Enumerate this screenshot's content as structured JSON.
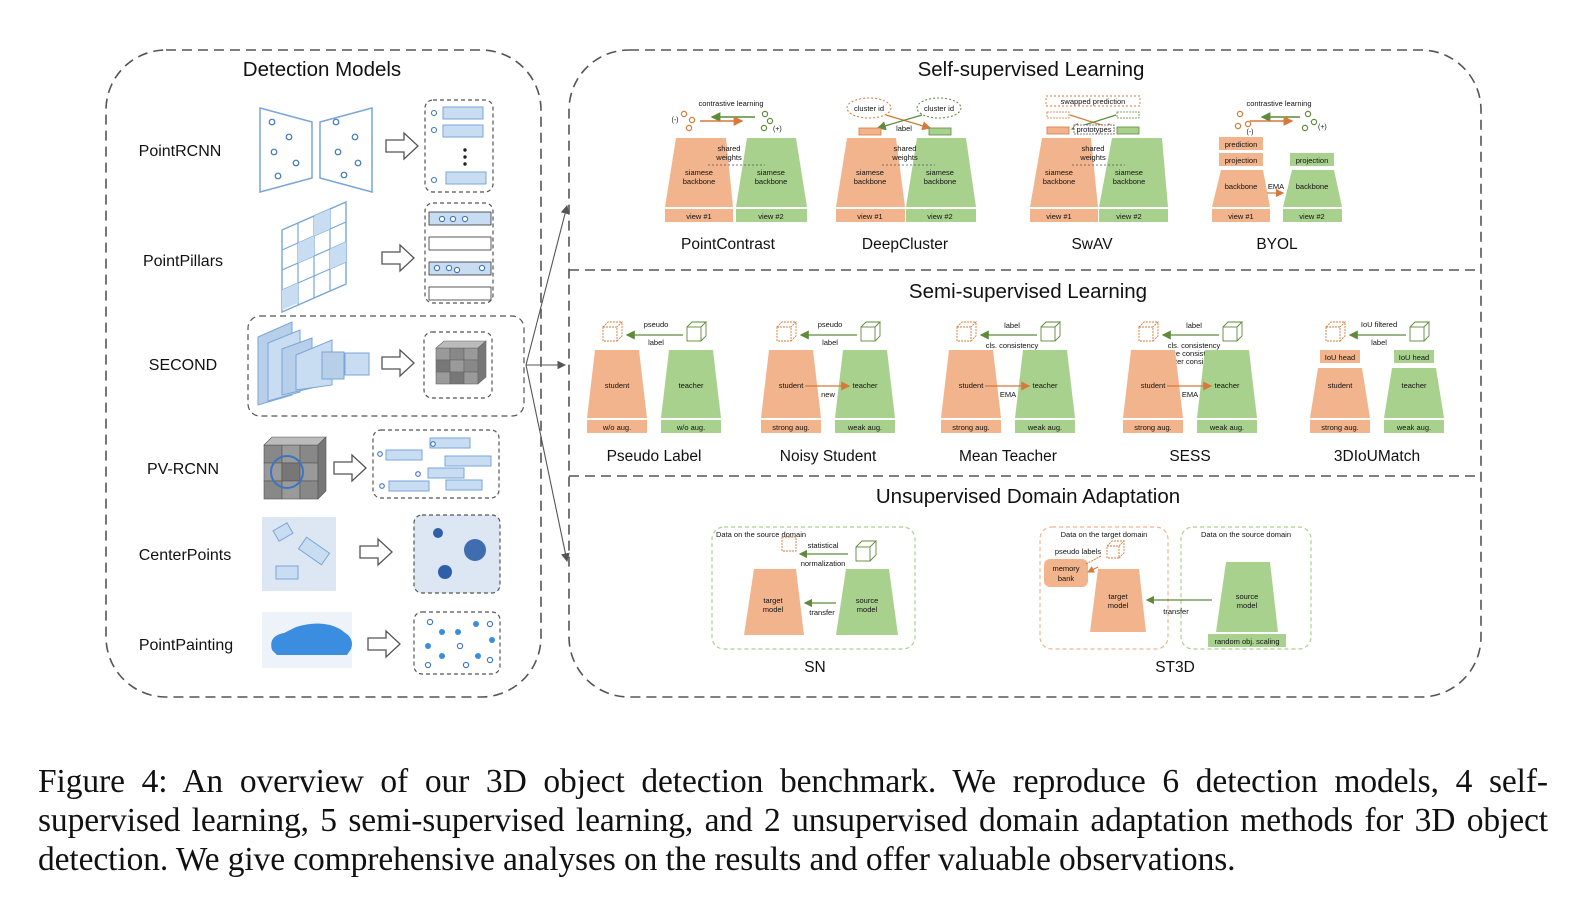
{
  "panels": {
    "detection": {
      "title": "Detection Models",
      "models": [
        "PointRCNN",
        "PointPillars",
        "SECOND",
        "PV-RCNN",
        "CenterPoints",
        "PointPainting"
      ]
    },
    "self_supervised": {
      "title": "Self-supervised Learning",
      "methods": [
        {
          "name": "PointContrast",
          "top": "contrastive learning",
          "mid": [
            "shared",
            "weights"
          ],
          "left_backbone": [
            "siamese",
            "backbone"
          ],
          "right_backbone": [
            "siamese",
            "backbone"
          ],
          "view1": "view #1",
          "view2": "view #2"
        },
        {
          "name": "DeepCluster",
          "cluster1": "cluster id",
          "cluster2": "cluster id",
          "label": "label",
          "mid": [
            "shared",
            "weights"
          ],
          "left_backbone": [
            "siamese",
            "backbone"
          ],
          "right_backbone": [
            "siamese",
            "backbone"
          ],
          "view1": "view #1",
          "view2": "view #2"
        },
        {
          "name": "SwAV",
          "top": "swapped prediction",
          "prototypes": "prototypes",
          "mid": [
            "shared",
            "weights"
          ],
          "left_backbone": [
            "siamese",
            "backbone"
          ],
          "right_backbone": [
            "siamese",
            "backbone"
          ],
          "view1": "view #1",
          "view2": "view #2"
        },
        {
          "name": "BYOL",
          "top": "contrastive learning",
          "prediction": "prediction",
          "projection_l": "projection",
          "projection_r": "projection",
          "backbone_l": "backbone",
          "backbone_r": "backbone",
          "ema": "EMA",
          "view1": "view #1",
          "view2": "view #2"
        }
      ],
      "minus_sign": "(-)",
      "plus_sign": "(+)"
    },
    "semi_supervised": {
      "title": "Semi-supervised Learning",
      "student": "student",
      "teacher": "teacher",
      "methods": [
        {
          "name": "Pseudo Label",
          "top": [
            "pseudo",
            "label"
          ],
          "aug_l": "w/o aug.",
          "aug_r": "w/o aug."
        },
        {
          "name": "Noisy Student",
          "top": [
            "pseudo",
            "label"
          ],
          "arrow": "new",
          "aug_l": "strong aug.",
          "aug_r": "weak aug."
        },
        {
          "name": "Mean Teacher",
          "top": [
            "label",
            "cls. consistency"
          ],
          "arrow": "EMA",
          "aug_l": "strong aug.",
          "aug_r": "weak aug."
        },
        {
          "name": "SESS",
          "top": [
            "label",
            "cls. consistency",
            "size consistency",
            "center consistency"
          ],
          "arrow": "EMA",
          "aug_l": "strong aug.",
          "aug_r": "weak aug."
        },
        {
          "name": "3DIoUMatch",
          "top": [
            "IoU filtered",
            "label"
          ],
          "iou_l": "IoU head",
          "iou_r": "IoU head",
          "aug_l": "strong aug.",
          "aug_r": "weak aug."
        }
      ]
    },
    "uda": {
      "title": "Unsupervised Domain Adaptation",
      "sn": {
        "name": "SN",
        "box_label": "Data on the source domain",
        "top": [
          "statistical",
          "normalization"
        ],
        "target": [
          "target",
          "model"
        ],
        "source": [
          "source",
          "model"
        ],
        "transfer": "transfer"
      },
      "st3d": {
        "name": "ST3D",
        "target_box": "Data on the target domain",
        "source_box": "Data on the source domain",
        "pseudo": "pseudo labels",
        "memory": [
          "memory",
          "bank"
        ],
        "target": [
          "target",
          "model"
        ],
        "source": [
          "source",
          "model"
        ],
        "transfer": "transfer",
        "scaling": "random obj. scaling"
      }
    }
  },
  "caption": "Figure 4: An overview of our 3D object detection benchmark. We reproduce 6 detection models, 4 self-supervised learning, 5 semi-supervised learning, and 2 unsupervised domain adaptation methods for 3D object detection. We give comprehensive analyses on the results and offer valuable observations.",
  "colors": {
    "orange": "#F2B48C",
    "green": "#A9D18E",
    "blue_light": "#C9DDF2",
    "blue_point": "#4A80C8",
    "orange_line": "#E08A4A",
    "green_line": "#5E8A3A"
  }
}
